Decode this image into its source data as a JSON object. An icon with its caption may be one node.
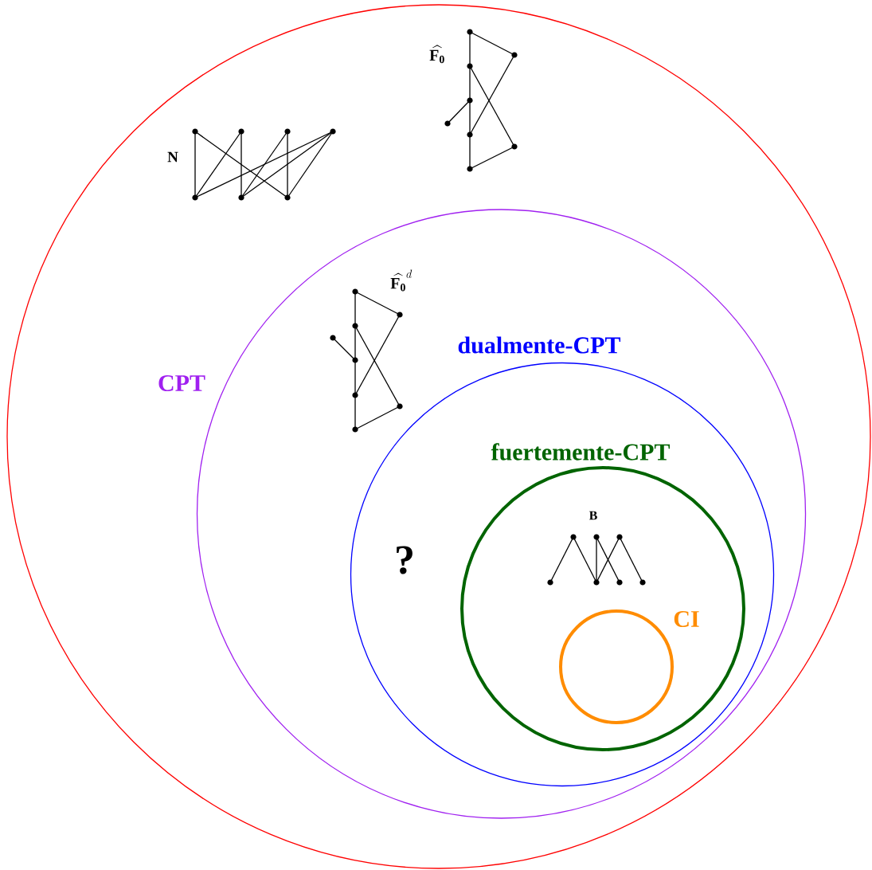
{
  "diagram": {
    "nodes": [
      {
        "text": [],
        "shape": "circle"
      },
      {
        "text": [
          "CPT"
        ],
        "in": 0
      },
      {
        "text": [
          "dualmente-CPT"
        ],
        "in": 1
      },
      {
        "text": [
          "fuertemente-CPT"
        ],
        "in": 2
      },
      {
        "text": [
          "CI"
        ],
        "in": 3
      }
    ],
    "edges": [],
    "labels": [
      "\\widehat{\\mathbf{F_0}}",
      "N",
      "\\widehat{\\mathbf{F_0}}^{d}",
      "B",
      "?"
    ]
  }
}
